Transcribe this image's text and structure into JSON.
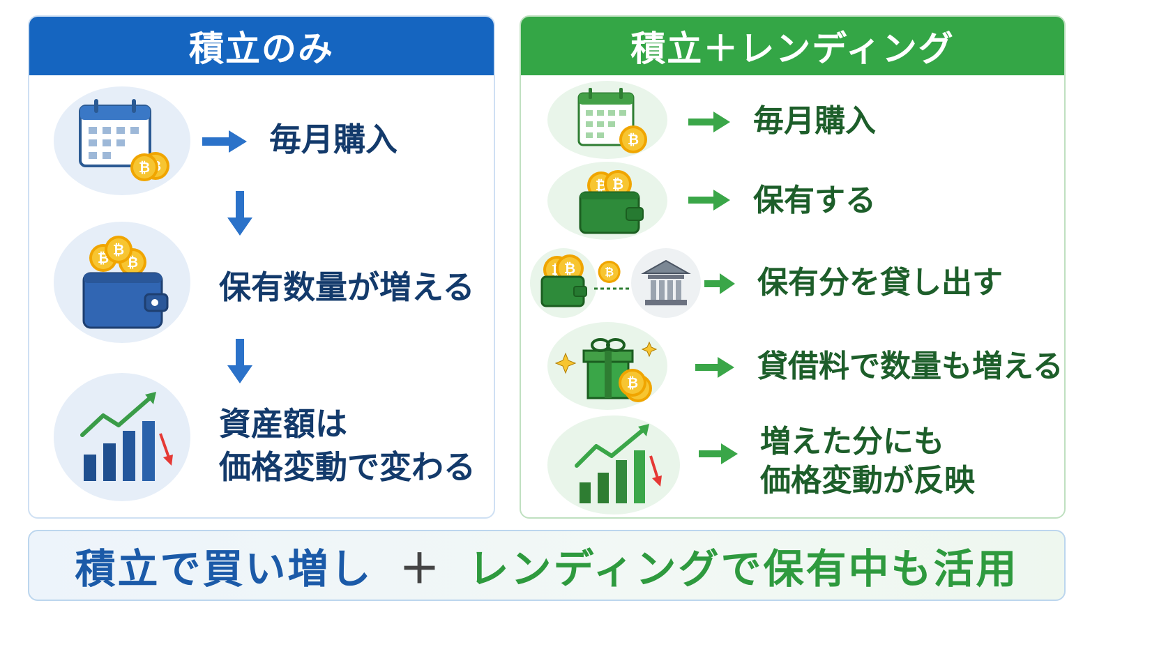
{
  "left_panel": {
    "title": "積立のみ",
    "steps": [
      {
        "label": "毎月購入",
        "icon": "calendar-bitcoin-icon"
      },
      {
        "label": "保有数量が増える",
        "icon": "wallet-bitcoin-icon"
      },
      {
        "label_line1": "資産額は",
        "label_line2": "価格変動で変わる",
        "icon": "growth-chart-icon"
      }
    ]
  },
  "right_panel": {
    "title": "積立＋レンディング",
    "steps": [
      {
        "label": "毎月購入",
        "icon": "calendar-bitcoin-icon"
      },
      {
        "label": "保有する",
        "icon": "wallet-bitcoin-icon"
      },
      {
        "label": "保有分を貸し出す",
        "icon": "wallet-to-bank-icon"
      },
      {
        "label": "貸借料で数量も増える",
        "icon": "gift-bitcoin-icon"
      },
      {
        "label_line1": "増えた分にも",
        "label_line2": "価格変動が反映",
        "icon": "growth-chart-icon"
      }
    ]
  },
  "summary": {
    "left_text": "積立で買い増し",
    "plus": "＋",
    "right_text": "レンディングで保有中も活用"
  },
  "colors": {
    "blue_header": "#1565c0",
    "green_header": "#34a646",
    "blue_text": "#133a6b",
    "green_text": "#1d5e2a",
    "bitcoin_gold": "#f4b400"
  }
}
